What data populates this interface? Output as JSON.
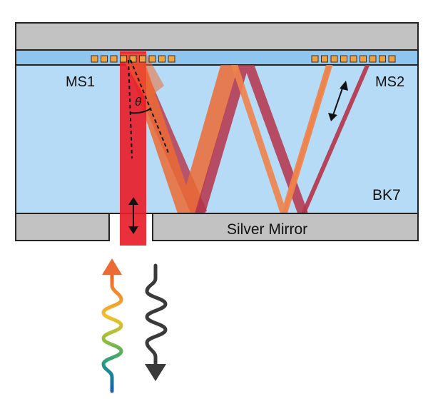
{
  "labels": {
    "ms1": "MS1",
    "ms2": "MS2",
    "angle": "θ",
    "substrate": "BK7",
    "mirror": "Silver Mirror"
  },
  "colors": {
    "cover_glass": "#c2c2c2",
    "outline": "#222222",
    "substrate": "#b6dbf6",
    "metasurface_layer": "#8fc6f0",
    "nanoantenna": "#f2a23d",
    "beam_red": "#e8202a",
    "beam_orange": "#ec6a34",
    "beam_crimson": "#b5334a",
    "beam_orange_light": "#f0824a",
    "arrow_dark": "#3a3a3a",
    "arrow_out": "#4a4a4a"
  },
  "icons": {
    "polarization_marker": "double-headed-arrow",
    "input_light": "rainbow-wavy-arrow",
    "output_light": "dark-wavy-arrow"
  }
}
